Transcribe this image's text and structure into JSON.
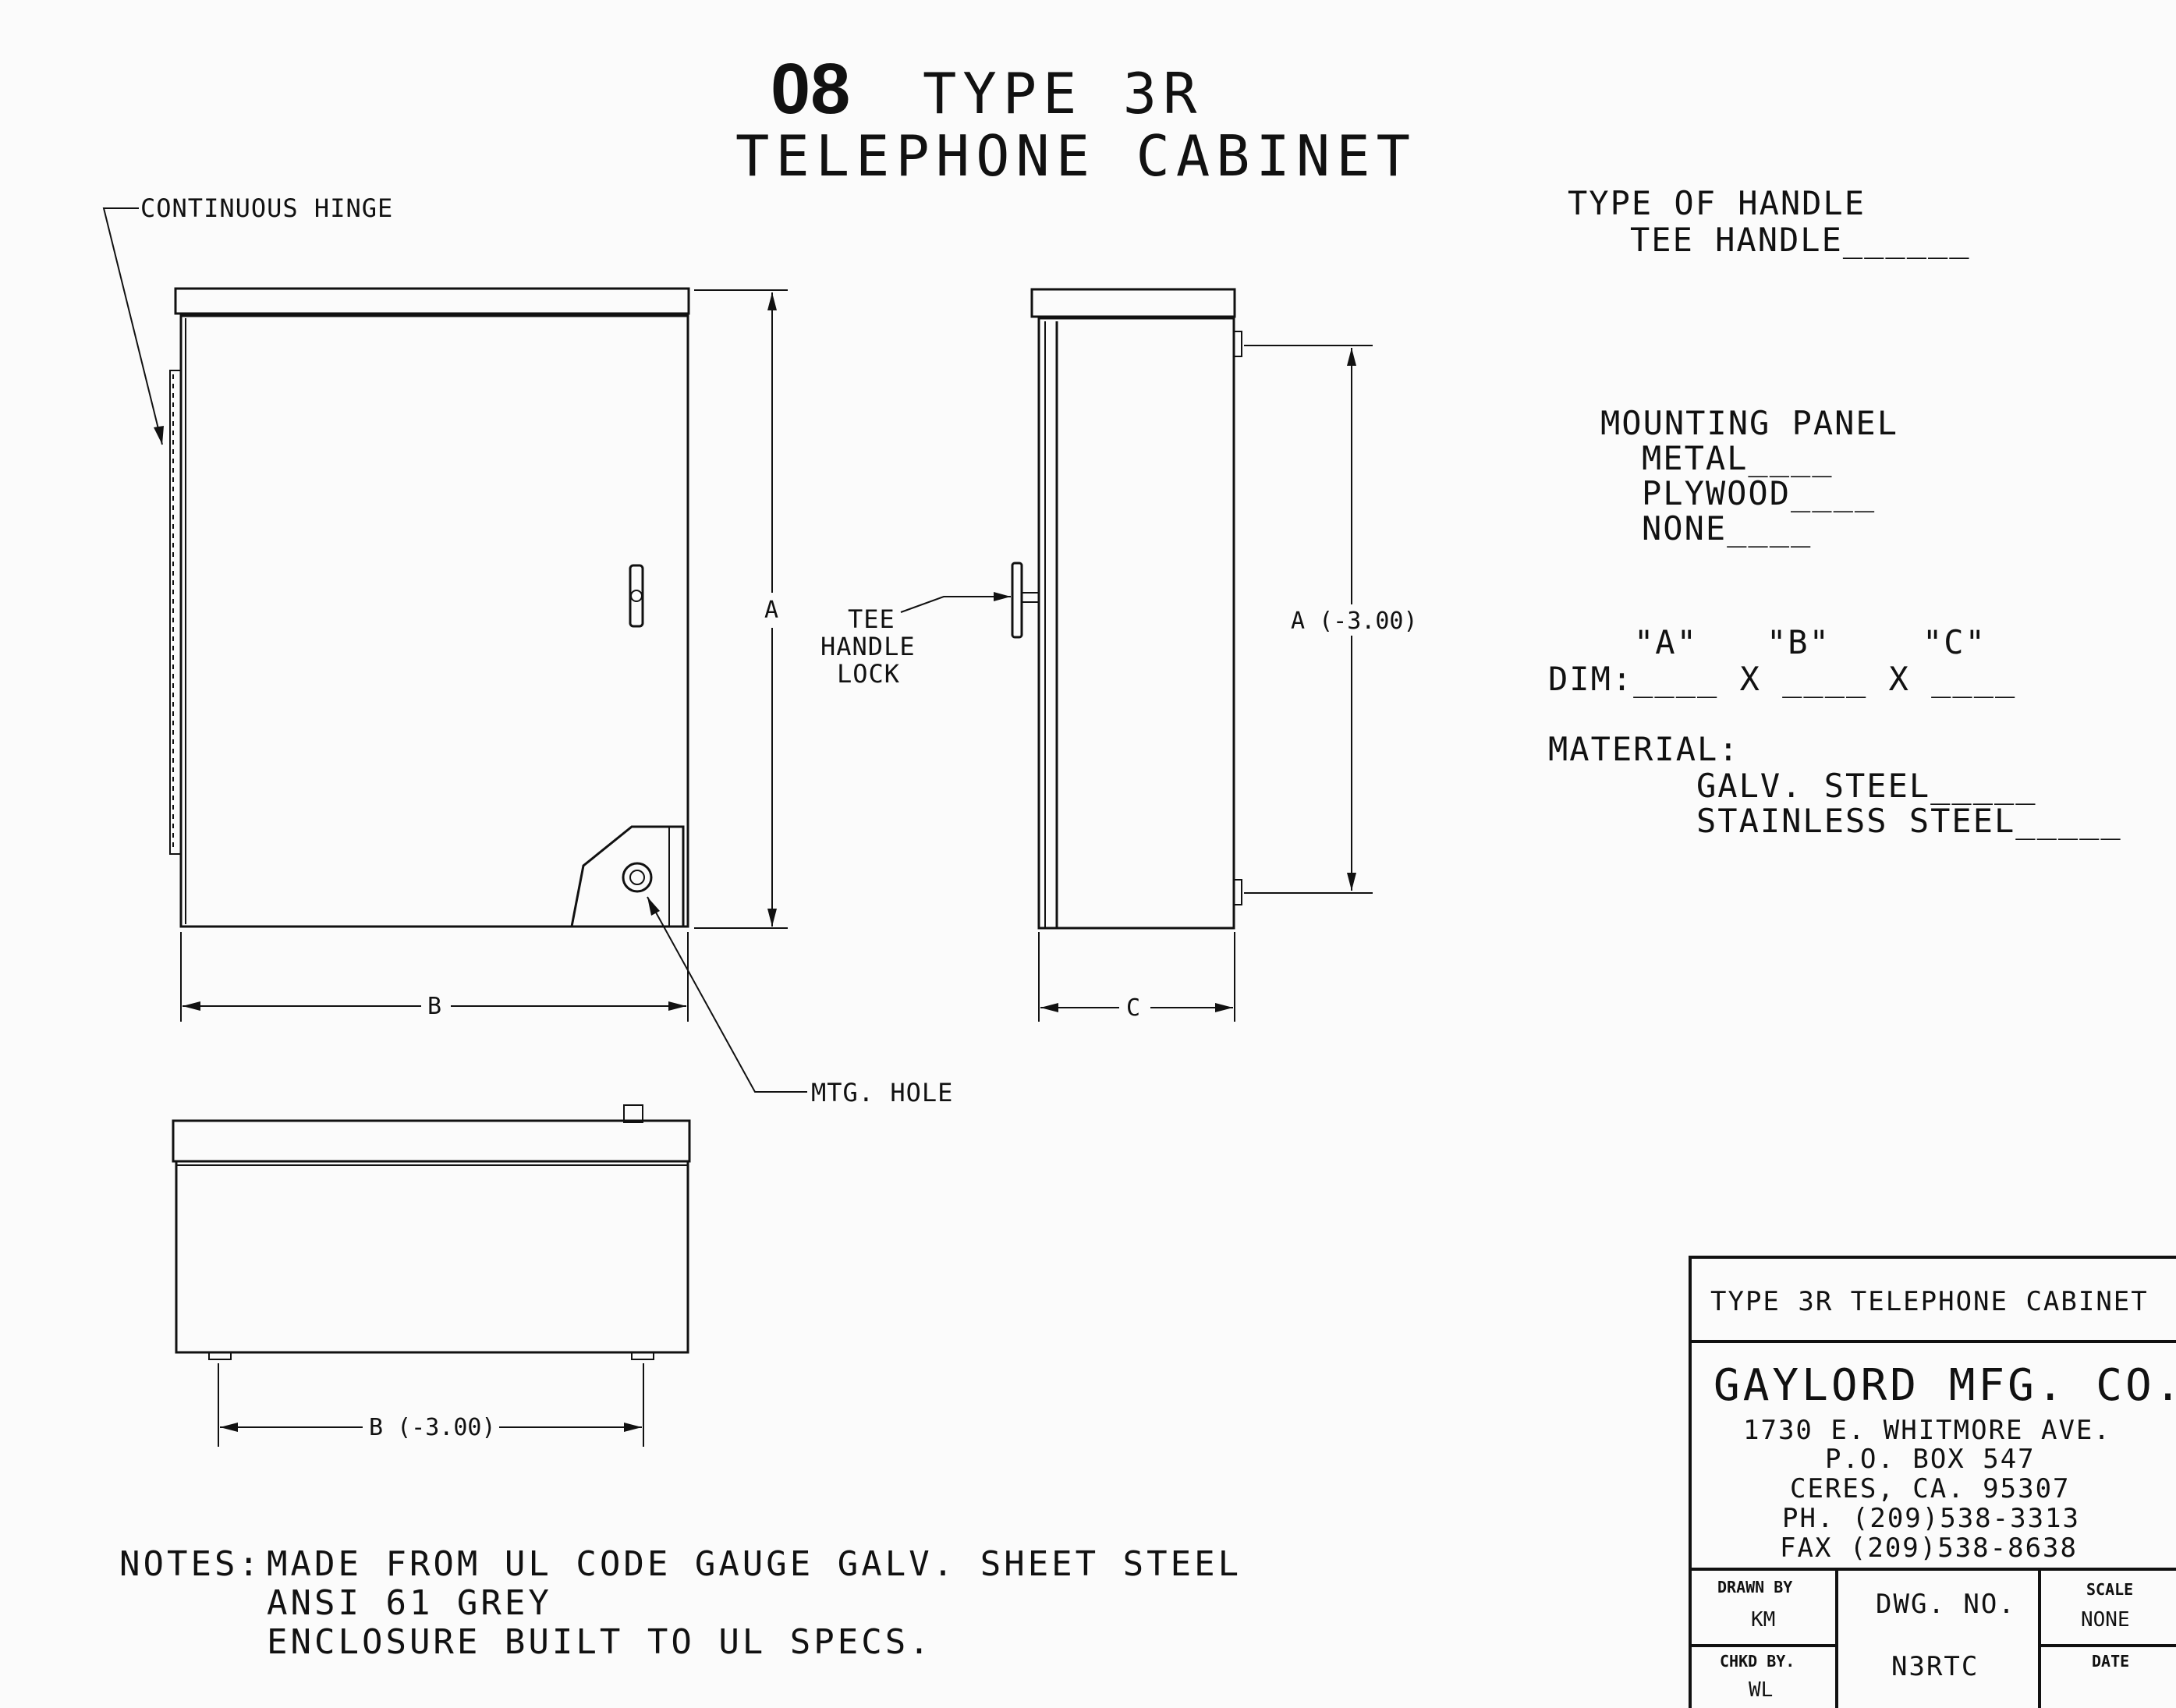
{
  "title": {
    "number": "08",
    "line1": "TYPE 3R",
    "line2": "TELEPHONE CABINET"
  },
  "labels": {
    "hinge": "CONTINUOUS HINGE",
    "tee_handle_lock": [
      "TEE",
      "HANDLE",
      "LOCK"
    ],
    "mtg_hole": "MTG. HOLE",
    "dim_a": "A",
    "dim_b": "B",
    "dim_c": "C",
    "dim_a_side": "A (-3.00)",
    "dim_b_bottom": "B (-3.00)"
  },
  "options": {
    "handle_heading": "TYPE OF HANDLE",
    "handle_option": "TEE HANDLE______",
    "panel_heading": "MOUNTING PANEL",
    "panel_metal": "METAL____",
    "panel_plywood": "PLYWOOD____",
    "panel_none": "NONE____",
    "dim_headers": [
      "\"A\"",
      "\"B\"",
      "\"C\""
    ],
    "dim_line": "DIM:____ X ____ X ____",
    "material_heading": "MATERIAL:",
    "material_galv": "GALV. STEEL_____",
    "material_stainless": "STAINLESS STEEL_____"
  },
  "notes": {
    "prefix": "NOTES:",
    "line1": "MADE FROM UL CODE GAUGE GALV. SHEET STEEL",
    "line2": "ANSI 61 GREY",
    "line3": "ENCLOSURE BUILT TO UL SPECS."
  },
  "title_block": {
    "title": "TYPE 3R TELEPHONE CABINET",
    "company": "GAYLORD MFG. CO.",
    "address1": "1730 E. WHITMORE AVE.",
    "address2": "P.O. BOX 547",
    "address3": "CERES, CA. 95307",
    "phone": "PH. (209)538-3313",
    "fax": "FAX (209)538-8638",
    "drawn_by_label": "DRAWN BY",
    "drawn_by": "KM",
    "dwg_no_label": "DWG. NO.",
    "dwg_no": "N3RTC",
    "scale_label": "SCALE",
    "scale": "NONE",
    "chkd_by_label": "CHKD BY.",
    "chkd_by": "WL",
    "date_label": "DATE"
  }
}
